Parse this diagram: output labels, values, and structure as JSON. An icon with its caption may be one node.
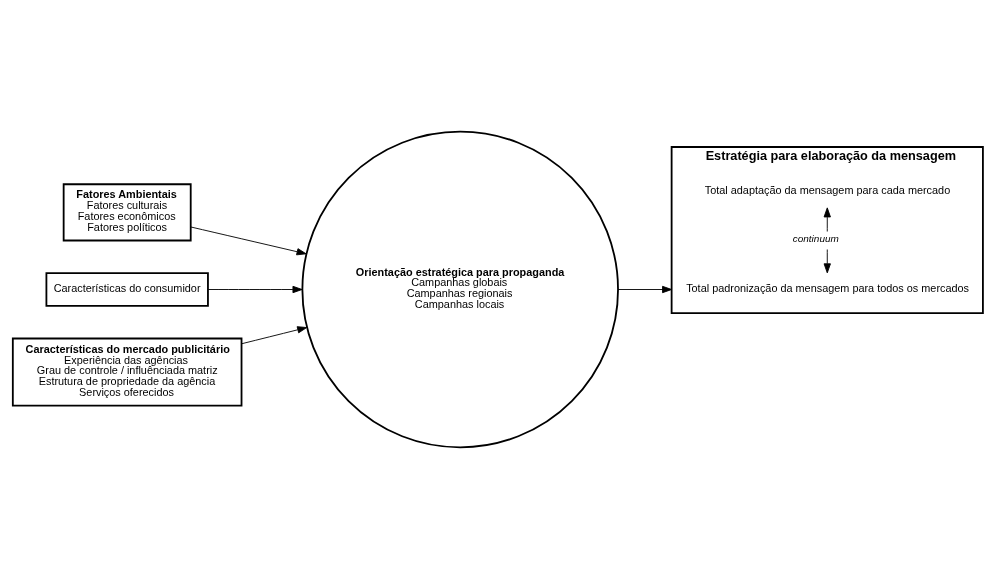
{
  "diagram": {
    "nodes": [
      {
        "text": [
          "Fatores Ambientais",
          "Fatores culturais",
          "Fatores econômicos",
          "Fatores políticos"
        ]
      },
      {
        "text": [
          "Características do consumidor"
        ]
      },
      {
        "text": [
          "Características do mercado publicitário",
          "Experiência das agências",
          "Grau de controle / influênciada matriz",
          "Estrutura de propriedade da agência",
          "Serviços oferecidos"
        ]
      },
      {
        "text": [
          "Orientação estratégica para propaganda",
          "Campanhas globais",
          "Campanhas regionais",
          "Campanhas locais"
        ]
      },
      {
        "text": [
          "Estratégia para elaboração da mensagem"
        ]
      },
      {
        "text": [
          "Total padronização da mensagem para todos os mercados"
        ],
        "in": 4
      },
      {
        "text": [
          "Total adaptação da mensagem para cada mercado"
        ],
        "in": 4
      }
    ],
    "edges": [
      {
        "from": 0,
        "to": 3,
        "arrow": "to"
      },
      {
        "from": 1,
        "to": 3,
        "arrow": "to"
      },
      {
        "from": 2,
        "to": 3,
        "arrow": "to"
      },
      {
        "from": 3,
        "to": 4,
        "arrow": "to"
      },
      {
        "from": 5,
        "to": 6,
        "arrow": "both",
        "label": "continuum"
      }
    ]
  }
}
